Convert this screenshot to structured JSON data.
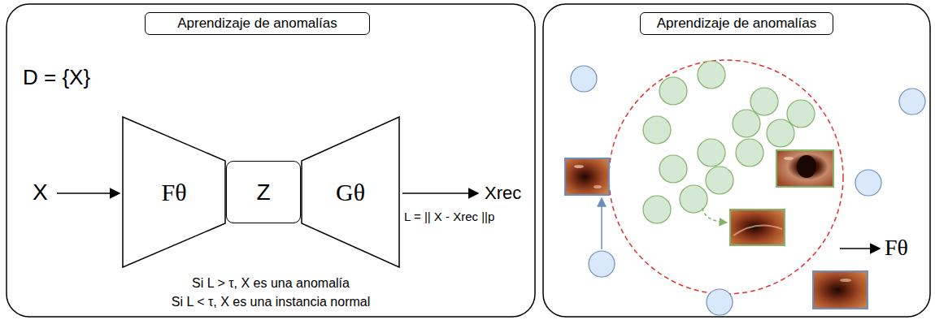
{
  "diagram": {
    "nodes": [
      {
        "text": [
          "Aprendizaje de anomalías"
        ]
      },
      {
        "text": [
          "Fθ"
        ]
      },
      {
        "text": [
          "Z"
        ]
      },
      {
        "text": [
          "Gθ"
        ]
      },
      {
        "text": [
          "Aprendizaje de anomalías"
        ]
      }
    ],
    "labels": [
      "D = {X}",
      "X",
      "Xrec",
      "L = || X - Xrec ||p",
      "Si L > τ, X es una anomalía",
      "Si L < τ, X es una instancia normal",
      "Fθ"
    ]
  }
}
